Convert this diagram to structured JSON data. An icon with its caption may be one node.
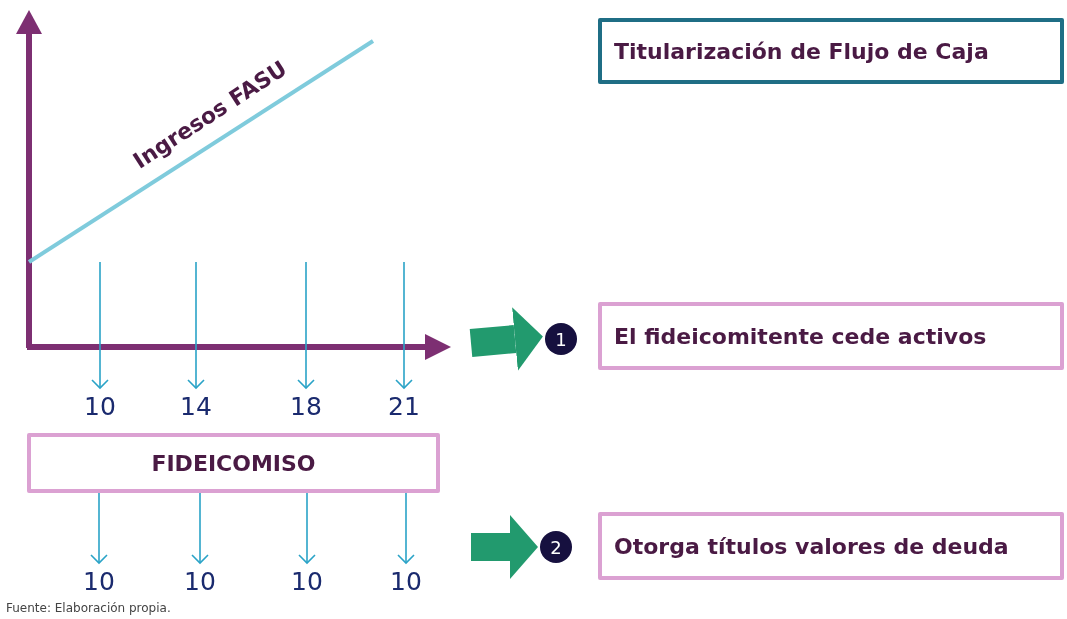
{
  "diagram": {
    "caption": "Fuente: Elaboración propia.",
    "nodes": [
      {
        "text": [
          "Titularización de Flujo de Caja"
        ]
      },
      {
        "text": [
          "1"
        ]
      },
      {
        "text": [
          "El fideicomitente cede activos"
        ]
      },
      {
        "text": [
          "10"
        ]
      },
      {
        "text": [
          "14"
        ]
      },
      {
        "text": [
          "18"
        ]
      },
      {
        "text": [
          "21"
        ]
      },
      {
        "text": [
          "FIDEICOMISO"
        ]
      },
      {
        "text": [
          "2"
        ]
      },
      {
        "text": [
          "Otorga títulos valores de deuda"
        ]
      },
      {
        "text": [
          "10"
        ]
      },
      {
        "text": [
          "10"
        ]
      },
      {
        "text": [
          "10"
        ]
      },
      {
        "text": [
          "10"
        ]
      }
    ],
    "edges": [
      {
        "from": null,
        "to": 3,
        "arrow": "to"
      },
      {
        "from": null,
        "to": 4,
        "arrow": "to"
      },
      {
        "from": null,
        "to": 5,
        "arrow": "to"
      },
      {
        "from": null,
        "to": 6,
        "arrow": "to"
      },
      {
        "from": 7,
        "to": 10,
        "arrow": "to"
      },
      {
        "from": 7,
        "to": 11,
        "arrow": "to"
      },
      {
        "from": 7,
        "to": 12,
        "arrow": "to"
      },
      {
        "from": 7,
        "to": 13,
        "arrow": "to"
      },
      {
        "from": null,
        "to": 1,
        "arrow": "to",
        "style": "thick",
        "color": "#229a6e"
      },
      {
        "from": null,
        "to": 8,
        "arrow": "to",
        "style": "thick",
        "color": "#229a6e"
      }
    ],
    "labels": [
      "Ingresos FASU"
    ]
  }
}
